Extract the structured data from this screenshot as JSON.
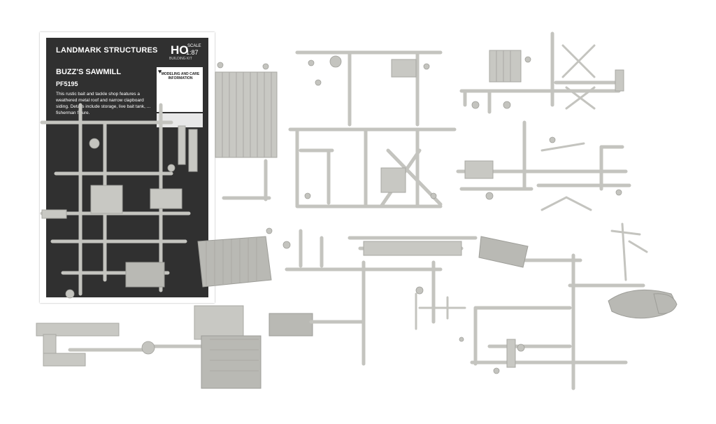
{
  "card": {
    "brand": "LANDMARK STRUCTURES",
    "scale_ho": "HO",
    "scale_label": "SCALE",
    "scale_value": "1:87",
    "kit_label": "BUILDING KIT",
    "title": "BUZZ'S SAWMILL",
    "code": "PF5195",
    "description": "This rustic bait and tackle shop features a weathered metal roof and narrow clapboard siding. Details include storage, live bait tank, ... fisherman figure.",
    "care_title": "MODELING AND CARE INFORMATION",
    "heart_icon": "heart-icon"
  },
  "colors": {
    "plastic": "#c9c9c4",
    "plastic_dark": "#a9a9a4",
    "card_dark": "#303030"
  }
}
